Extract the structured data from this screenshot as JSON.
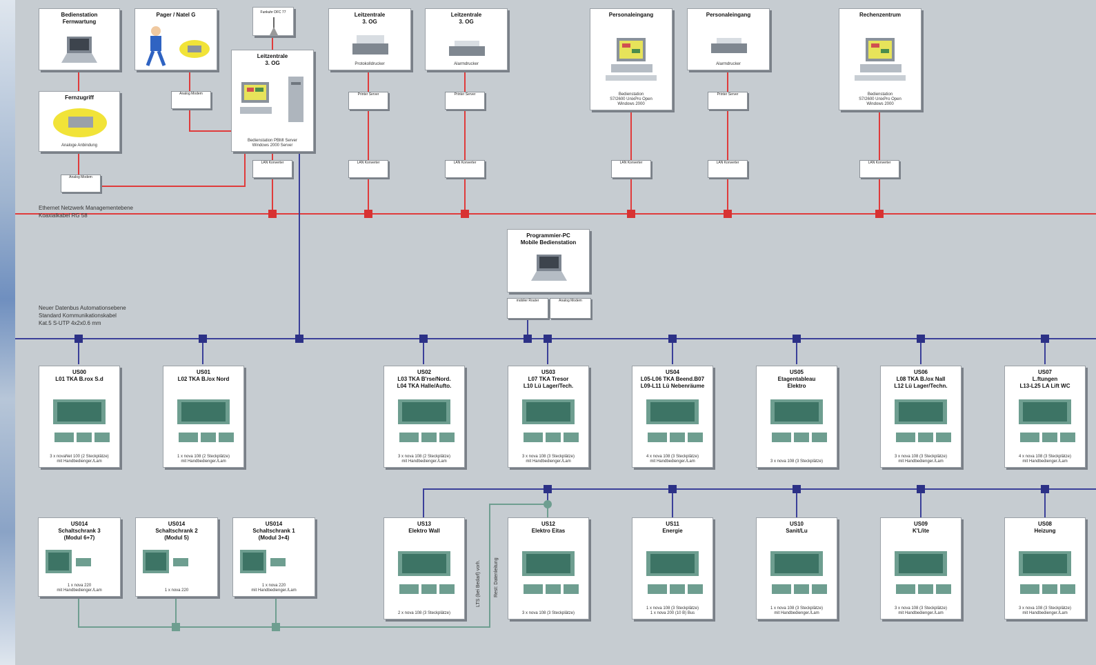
{
  "colors": {
    "lan": "#e03a3a",
    "bus": "#3a3f99",
    "mod": "#6e9e90",
    "node_red": "#d83232",
    "node_blue": "#2c3186"
  },
  "top": [
    {
      "id": "bedienstation",
      "title": "Bedienstation\nFernwartung",
      "icon": "laptop-icon",
      "sub": ""
    },
    {
      "id": "pager",
      "title": "Pager / Natel G",
      "icon": "pager-person-icon",
      "sub": ""
    },
    {
      "id": "funk",
      "title": "Funkuhr DFC 77",
      "icon": "antenna-icon",
      "sub": ""
    },
    {
      "id": "leitzentrale3",
      "title": "Leitzentrale\n3. OG",
      "icon": "workstation-server-icon",
      "sub": "Bedienstation PBMI Server\nWindows 2000 Server"
    },
    {
      "id": "leitzentrale3b",
      "title": "Leitzentrale\n3. OG",
      "icon": "printer-icon",
      "sub": "Protokolldrucker"
    },
    {
      "id": "leitzentrale3c",
      "title": "Leitzentrale\n3. OG",
      "icon": "printer-icon",
      "sub": "Alarmdrucker"
    },
    {
      "id": "personaleingang",
      "title": "Personaleingang",
      "icon": "workstation-icon",
      "sub": "Bedienstation\nS7/2600 UnixPro Open\nWindows 2000"
    },
    {
      "id": "personaleingang2",
      "title": "Personaleingang",
      "icon": "printer-icon",
      "sub": "Alarmdrucker"
    },
    {
      "id": "rechenzentrum",
      "title": "Rechenzentrum",
      "icon": "workstation-icon",
      "sub": "Bedienstation\nS7/2600 UnixPro Open\nWindows 2000"
    },
    {
      "id": "fernzugriff",
      "title": "Fernzugriff",
      "icon": "modem-icon",
      "sub": "Analoge Anbindung"
    }
  ],
  "mini": {
    "analog_modem": "Analog Modem",
    "lan_converter": "LAN Konverter",
    "printer_server": "Printer Server",
    "isdn_router": "mobiler Router",
    "analog_modem2": "Analog Modem"
  },
  "labels": {
    "lan": "Ethernet Netzwerk Managementebene\nKoaxialkabel RG 58",
    "bus": "Neuer Datenbus Automationsebene\nStandard Kommunikationskabel\nKat.5 S-UTP 4x2x0.6 mm",
    "prog": "Programmier-PC\nMobile Bedienstation",
    "lts": "LTS (bei Bedarf) vorh.",
    "rest": "Rest: Datenleitung"
  },
  "us_row1": [
    {
      "title": "US00\nL01 TKA B.rox S.d",
      "sub": "3 x novaNet 100 (2 Steckplätze)\nmit Handbedienger./Lam"
    },
    {
      "title": "US01\nL02 TKA B./ox Nord",
      "sub": "1 x nova 108 (2 Steckplätze)\nmit Handbedienger./Lam"
    },
    {
      "title": "US02\nL03 TKA B'rse/Nord.\nL04 TKA Halle/Aufto.",
      "sub": "3 x nova 108 (2 Steckplätze)\nmit Handbedienger./Lam"
    },
    {
      "title": "US03\nL07 TKA Tresor\nL10 Lü Lager/Tech.",
      "sub": "3 x nova 108 (3 Steckplätze)\nmit Handbedienger./Lam"
    },
    {
      "title": "US04\nL05-L06 TKA Beend.B07\nL09-L11 Lü Nebenräume",
      "sub": "4 x nova 108 (3 Steckplätze)\nmit Handbedienger./Lam"
    },
    {
      "title": "US05\nEtagentableau\nElektro",
      "sub": "3 x nova 108 (3 Steckplätze)"
    },
    {
      "title": "US06\nL08 TKA B./ox Nall\nL12 Lü Lager/Techn.",
      "sub": "3 x nova 108 (3 Steckplätze)\nmit Handbedienger./Lam"
    },
    {
      "title": "US07\nL.ftungen\nL13-L25 LA Lift WC",
      "sub": "4 x nova 108 (3 Steckplätze)\nmit Handbedienger./Lam"
    }
  ],
  "us_row2": [
    {
      "title": "US014\nSchaltschrank 3\n(Modul 6+7)",
      "sub": "1 x nova 220\nmit Handbedienger./Lam"
    },
    {
      "title": "US014\nSchaltschrank 2\n(Modul 5)",
      "sub": "1 x nova 220"
    },
    {
      "title": "US014\nSchaltschrank 1\n(Modul 3+4)",
      "sub": "1 x nova 220\nmit Handbedienger./Lam"
    },
    {
      "title": "US13\nElektro Wall",
      "sub": "2 x nova 108 (3 Steckplätze)"
    },
    {
      "title": "US12\nElektro Eitas",
      "sub": "3 x nova 108 (3 Steckplätze)"
    },
    {
      "title": "US11\nEnergie",
      "sub": "1 x nova 108 (3 Steckplätze)\n1 x nova 200 (10 B) Bus"
    },
    {
      "title": "US10\nSanit/Lu",
      "sub": "1 x nova 108 (3 Steckplätze)\nmit Handbedienger./Lam"
    },
    {
      "title": "US09\nK'L/ite",
      "sub": "3 x nova 108 (3 Steckplätze)\nmit Handbedienger./Lam"
    },
    {
      "title": "US08\nHeizung",
      "sub": "3 x nova 108 (3 Steckplätze)\nmit Handbedienger./Lam"
    }
  ]
}
